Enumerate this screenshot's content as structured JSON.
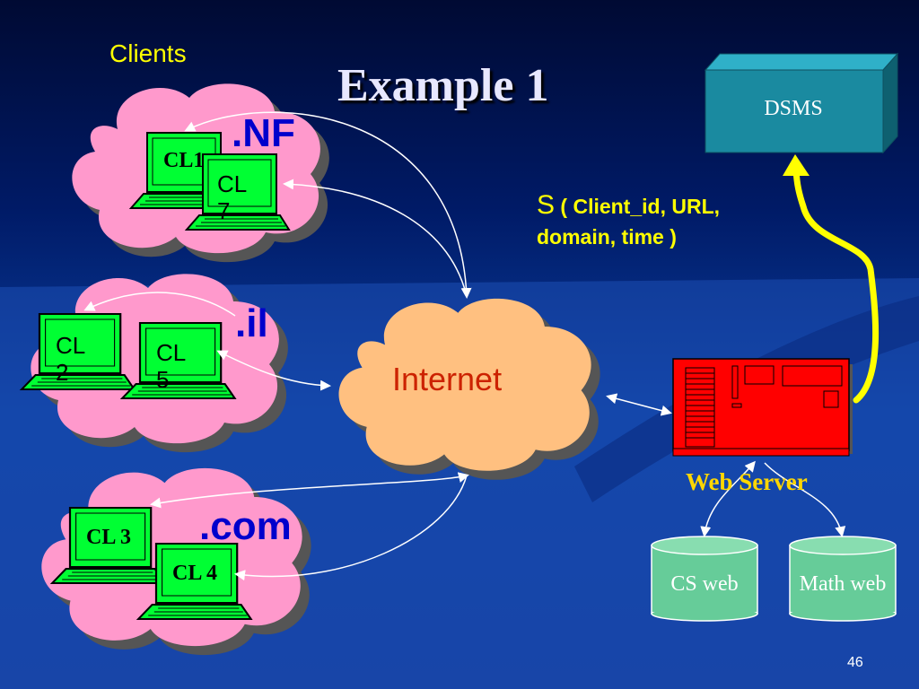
{
  "slide": {
    "title": "Example 1",
    "page_number": "46"
  },
  "labels": {
    "clients": "Clients",
    "schema_s": "S",
    "schema_rest": "( Client_id, URL, domain, time )",
    "internet": "Internet",
    "dsms": "DSMS",
    "web_server": "Web Server"
  },
  "domains": [
    ".NF",
    ".il",
    ".com"
  ],
  "clients": [
    {
      "label": "CL1",
      "domain": ".NF"
    },
    {
      "label": "CL 7",
      "domain": ".NF"
    },
    {
      "label": "CL 2",
      "domain": ".il"
    },
    {
      "label": "CL 5",
      "domain": ".il"
    },
    {
      "label": "CL 3",
      "domain": ".com"
    },
    {
      "label": "CL 4",
      "domain": ".com"
    }
  ],
  "databases": [
    "CS web",
    "Math web"
  ],
  "colors": {
    "cloud_pink": "#ff99cc",
    "internet_cloud": "#ffc080",
    "laptop_green": "#00ff33",
    "server_red": "#ff0000",
    "dsms_box": "#1a8aa0",
    "db_green": "#66cc99",
    "highlight_yellow": "#ffff00"
  }
}
